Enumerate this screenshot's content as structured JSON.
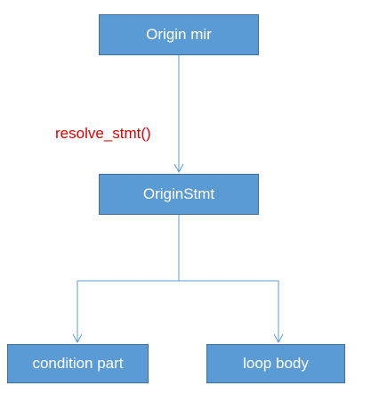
{
  "diagram": {
    "nodes": {
      "origin_mir": "Origin mir",
      "origin_stmt": "OriginStmt",
      "condition_part": "condition part",
      "loop_body": "loop body"
    },
    "edges": {
      "resolve_label": "resolve_stmt()"
    },
    "colors": {
      "node_fill": "#5b9bd5",
      "node_border": "#41719c",
      "node_text": "#ffffff",
      "connector": "#5b9bd5",
      "edge_label": "#e00000"
    }
  }
}
